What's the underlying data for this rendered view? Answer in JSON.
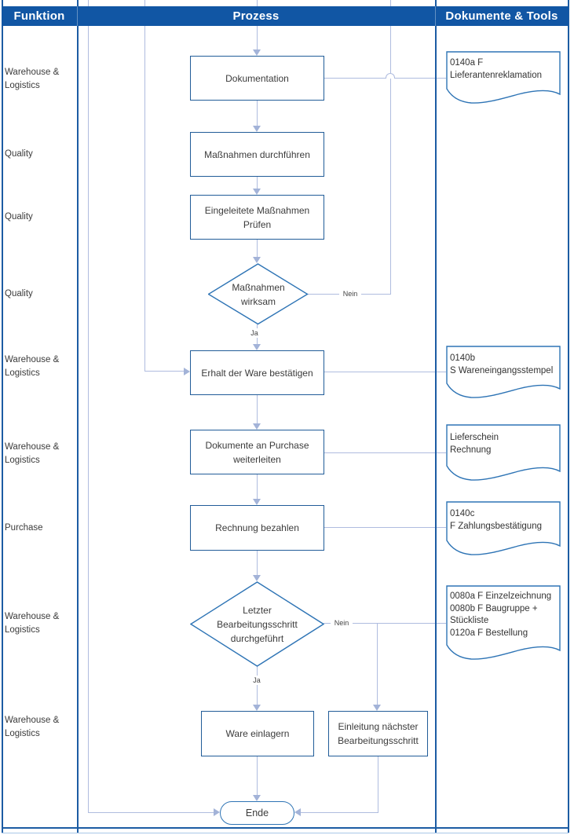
{
  "header": {
    "columns": [
      {
        "label": "Funktion"
      },
      {
        "label": "Prozess"
      },
      {
        "label": "Dokumente & Tools"
      }
    ],
    "bg_color": "#1156A4",
    "text_color": "#FFFFFF"
  },
  "lanes": {
    "funktion": {
      "rows": [
        {
          "label": "Warehouse & Logistics"
        },
        {
          "label": "Quality"
        },
        {
          "label": "Quality"
        },
        {
          "label": "Quality"
        },
        {
          "label": "Warehouse & Logistics"
        },
        {
          "label": "Warehouse & Logistics"
        },
        {
          "label": "Purchase"
        },
        {
          "label": "Warehouse & Logistics"
        },
        {
          "label": "Warehouse & Logistics"
        }
      ]
    }
  },
  "process": {
    "steps": [
      {
        "type": "process",
        "label": "Dokumentation"
      },
      {
        "type": "process",
        "label": "Maßnahmen durchführen"
      },
      {
        "type": "process",
        "label": "Eingeleitete Maßnahmen Prüfen"
      },
      {
        "type": "decision",
        "label": "Maßnahmen wirksam"
      },
      {
        "type": "process",
        "label": "Erhalt der Ware bestätigen"
      },
      {
        "type": "process",
        "label": "Dokumente an Purchase weiterleiten"
      },
      {
        "type": "process",
        "label": "Rechnung bezahlen"
      },
      {
        "type": "decision",
        "label": "Letzter Bearbeitungsschritt durchgeführt"
      },
      {
        "type": "process",
        "label": "Ware einlagern"
      },
      {
        "type": "process",
        "label": "Einleitung nächster Bearbeitungsschritt"
      },
      {
        "type": "terminator",
        "label": "Ende"
      }
    ],
    "branch_labels": {
      "yes": "Ja",
      "no": "Nein"
    }
  },
  "documents": [
    {
      "lines": [
        "0140a F",
        "Lieferantenreklamation"
      ]
    },
    {
      "lines": [
        "0140b",
        "S Wareneingangsstempel"
      ]
    },
    {
      "lines": [
        "Lieferschein",
        "Rechnung"
      ]
    },
    {
      "lines": [
        "0140c",
        "F Zahlungsbestätigung"
      ]
    },
    {
      "lines": [
        "0080a F Einzelzeichnung",
        "0080b F Baugruppe +",
        "Stückliste",
        "0120a F Bestellung"
      ]
    }
  ],
  "colors": {
    "header_bg": "#1156A4",
    "lane_border": "#1C5CA3",
    "process_border": "#215C98",
    "decision_border": "#2E74B5",
    "document_border": "#2E74B5",
    "connector": "#AFBCDF",
    "text": "#3B3B3B"
  }
}
